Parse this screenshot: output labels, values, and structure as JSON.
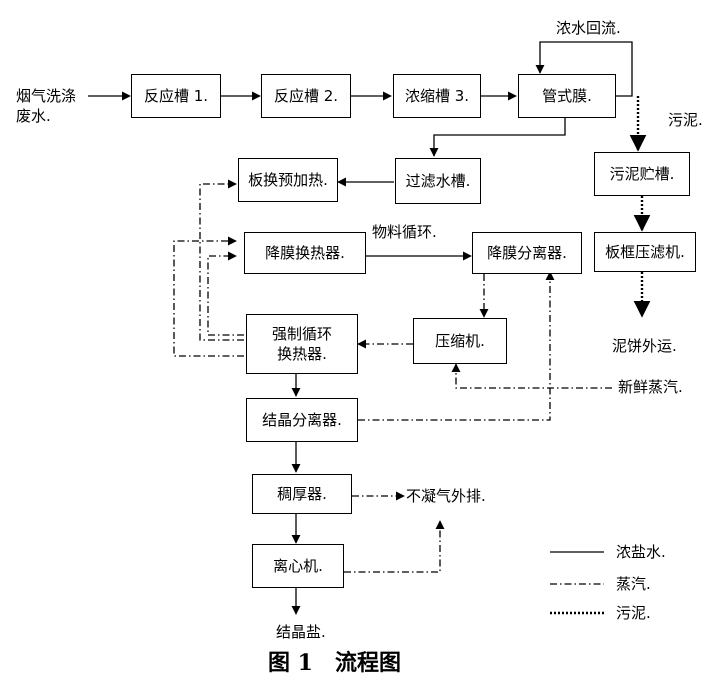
{
  "nodes": {
    "reaction_tank_1": "反应槽 1.",
    "reaction_tank_2": "反应槽 2.",
    "concentration_tank_3": "浓缩槽 3.",
    "tubular_membrane": "管式膜.",
    "filtrate_tank": "过滤水槽.",
    "plate_preheat": "板换预加热.",
    "falling_film_exchanger": "降膜换热器.",
    "falling_film_separator": "降膜分离器.",
    "compressor": "压缩机.",
    "forced_circulation_exchanger": "强制循环\n换热器.",
    "crystal_separator": "结晶分离器.",
    "thickener": "稠厚器.",
    "centrifuge": "离心机.",
    "sludge_storage": "污泥贮槽.",
    "filter_press": "板框压滤机."
  },
  "labels": {
    "input": "烟气洗涤\n废水.",
    "concentrate_return": "浓水回流.",
    "sludge": "污泥.",
    "material_circulation": "物料循环.",
    "fresh_steam": "新鲜蒸汽.",
    "noncondensable": "不凝气外排.",
    "crystal_salt": "结晶盐.",
    "cake_out": "泥饼外运."
  },
  "legend": [
    {
      "style": "solid",
      "label": "浓盐水."
    },
    {
      "style": "dashdot",
      "label": "蒸汽."
    },
    {
      "style": "dotted",
      "label": "污泥."
    }
  ],
  "caption": "图 1　流程图"
}
